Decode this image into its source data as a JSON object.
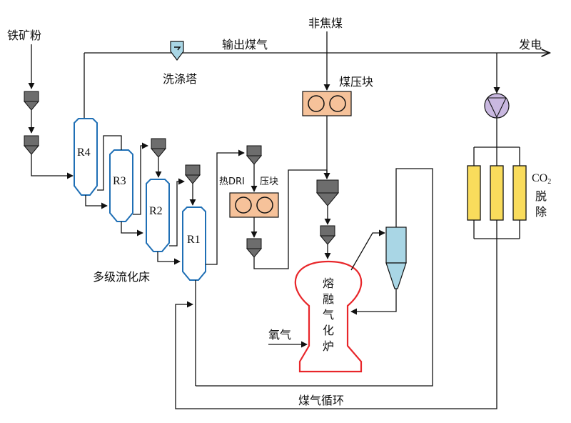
{
  "labels": {
    "iron_ore": "铁矿粉",
    "washer": "洗涤塔",
    "output_gas": "输出煤气",
    "non_coking_coal": "非焦煤",
    "power": "发电",
    "coal_briquette": "煤压块",
    "hot_dri": "热DRI",
    "briquette": "压块",
    "multistage_fluidized_bed": "多级流化床",
    "r1": "R1",
    "r2": "R2",
    "r3": "R3",
    "r4": "R4",
    "co2": "CO",
    "co2_sub": "2",
    "removal_1": "脱",
    "removal_2": "除",
    "oxygen": "氧气",
    "gas_cycle": "煤气循环",
    "melter_1": "熔",
    "melter_2": "融",
    "melter_3": "气",
    "melter_4": "化",
    "melter_5": "炉"
  },
  "colors": {
    "reactor_outline": "#1f6fb5",
    "melter_outline": "#e8262a",
    "press_fill": "#f6c29a",
    "cyclone_fill": "#a9d6e5",
    "co2_column_fill": "#f9dc5c",
    "pump_fill": "#c9b8e0",
    "hopper_fill": "#6d6d6d"
  }
}
